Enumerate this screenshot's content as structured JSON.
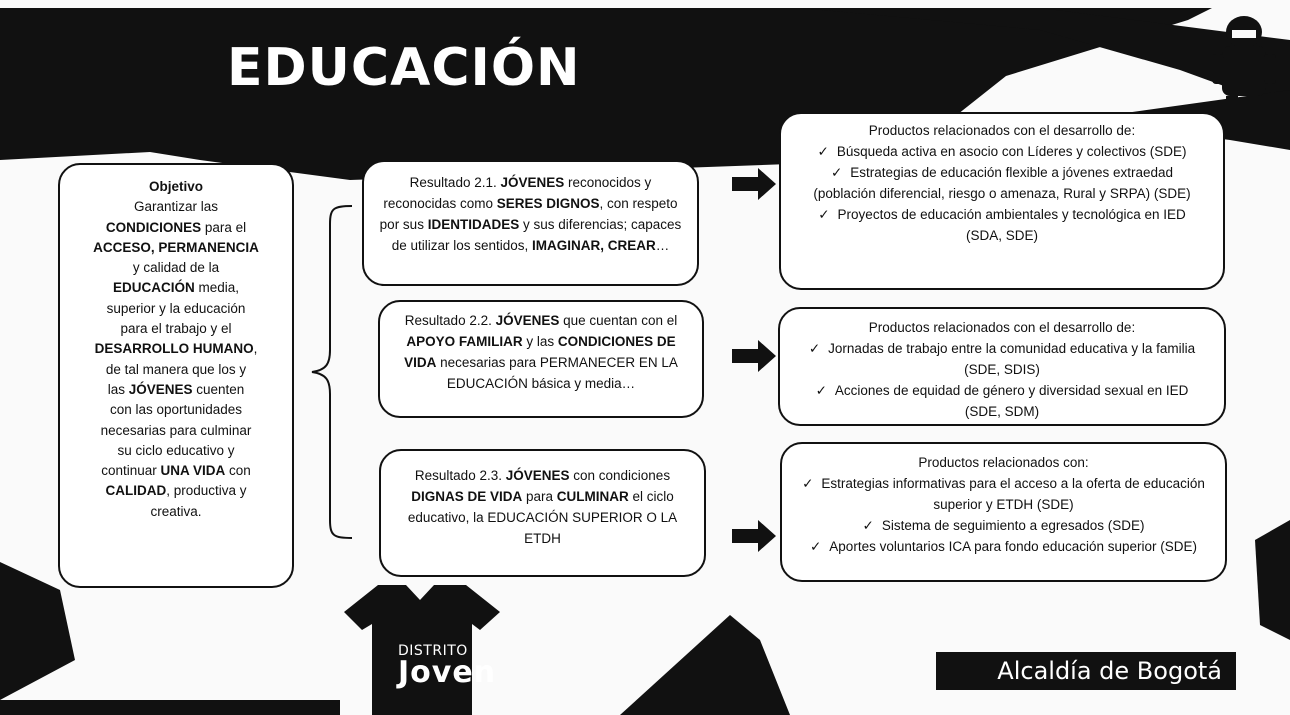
{
  "header": {
    "title": "EDUCACIÓN"
  },
  "objective": {
    "heading": "Objetivo",
    "p1": "Garantizar las",
    "p2": "CONDICIONES",
    "p3": " para el",
    "p4": "ACCESO, PERMANENCIA",
    "p5": "y calidad de la",
    "p6": "EDUCACIÓN",
    "p7": " media,",
    "p8": "superior y la educación",
    "p9": "para el trabajo y el",
    "p10": "DESARROLLO HUMANO",
    "p11": ",",
    "p12": "de tal manera que los y",
    "p13": "las ",
    "p14": "JÓVENES",
    "p15": " cuenten",
    "p16": "con las oportunidades",
    "p17": "necesarias para culminar",
    "p18": "su ciclo educativo y",
    "p19": "continuar ",
    "p20": "UNA VIDA",
    "p21": " con",
    "p22": "CALIDAD",
    "p23": ", productiva y",
    "p24": "creativa."
  },
  "results": [
    {
      "a": "Resultado 2.1. ",
      "b": "JÓVENES",
      "c": " reconocidos y reconocidas como ",
      "d": "SERES DIGNOS",
      "e": ", con respeto por sus ",
      "f": "IDENTIDADES",
      "g": " y sus diferencias; capaces de utilizar los sentidos, ",
      "h": "IMAGINAR, CREAR",
      "i": "…"
    },
    {
      "a": "Resultado 2.2. ",
      "b": "JÓVENES",
      "c": " que cuentan con el ",
      "d": "APOYO FAMILIAR",
      "e": " y las ",
      "f": "CONDICIONES DE VIDA",
      "g": " necesarias para PERMANECER EN LA EDUCACIÓN básica y media…"
    },
    {
      "a": "Resultado 2.3. ",
      "b": "JÓVENES",
      "c": " con condiciones ",
      "d": "DIGNAS DE VIDA",
      "e": " para ",
      "f": "CULMINAR",
      "g": " el ciclo educativo, la EDUCACIÓN SUPERIOR O LA ETDH"
    }
  ],
  "products": [
    {
      "heading": "Productos relacionados con el desarrollo de:",
      "items": [
        "Búsqueda activa en asocio con Líderes y colectivos (SDE)",
        "Estrategias de educación flexible a jóvenes extraedad (población diferencial, riesgo o amenaza, Rural y SRPA) (SDE)",
        "Proyectos de educación ambientales y tecnológica en IED (SDA, SDE)"
      ]
    },
    {
      "heading": "Productos relacionados con el desarrollo de:",
      "items": [
        "Jornadas de trabajo entre la comunidad educativa y la familia (SDE, SDIS)",
        "Acciones  de equidad de género y diversidad sexual en IED (SDE, SDM)"
      ]
    },
    {
      "heading": "Productos relacionados con:",
      "items": [
        "Estrategias informativas para el acceso a la oferta de educación superior y ETDH (SDE)",
        "Sistema de seguimiento a egresados (SDE)",
        "Aportes voluntarios ICA para fondo educación superior (SDE)"
      ]
    }
  ],
  "checkmark": "✓",
  "logos": {
    "distrito_top": "DISTRITO",
    "distrito_bottom": "Joven",
    "alcaldia": "Alcaldía de Bogotá"
  },
  "colors": {
    "dark": "#111111",
    "light": "#fafafa"
  }
}
